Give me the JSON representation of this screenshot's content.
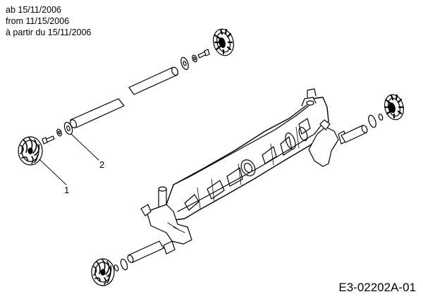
{
  "header": {
    "date_de": "ab 15/11/2006",
    "date_en": "from 11/15/2006",
    "date_fr": "à partir du 15/11/2006"
  },
  "callouts": [
    {
      "number": "1",
      "target": "hub-cap"
    },
    {
      "number": "2",
      "target": "axle-washer"
    }
  ],
  "drawing_code": "E3-02202A-01",
  "colors": {
    "line": "#000000",
    "background": "#ffffff"
  }
}
